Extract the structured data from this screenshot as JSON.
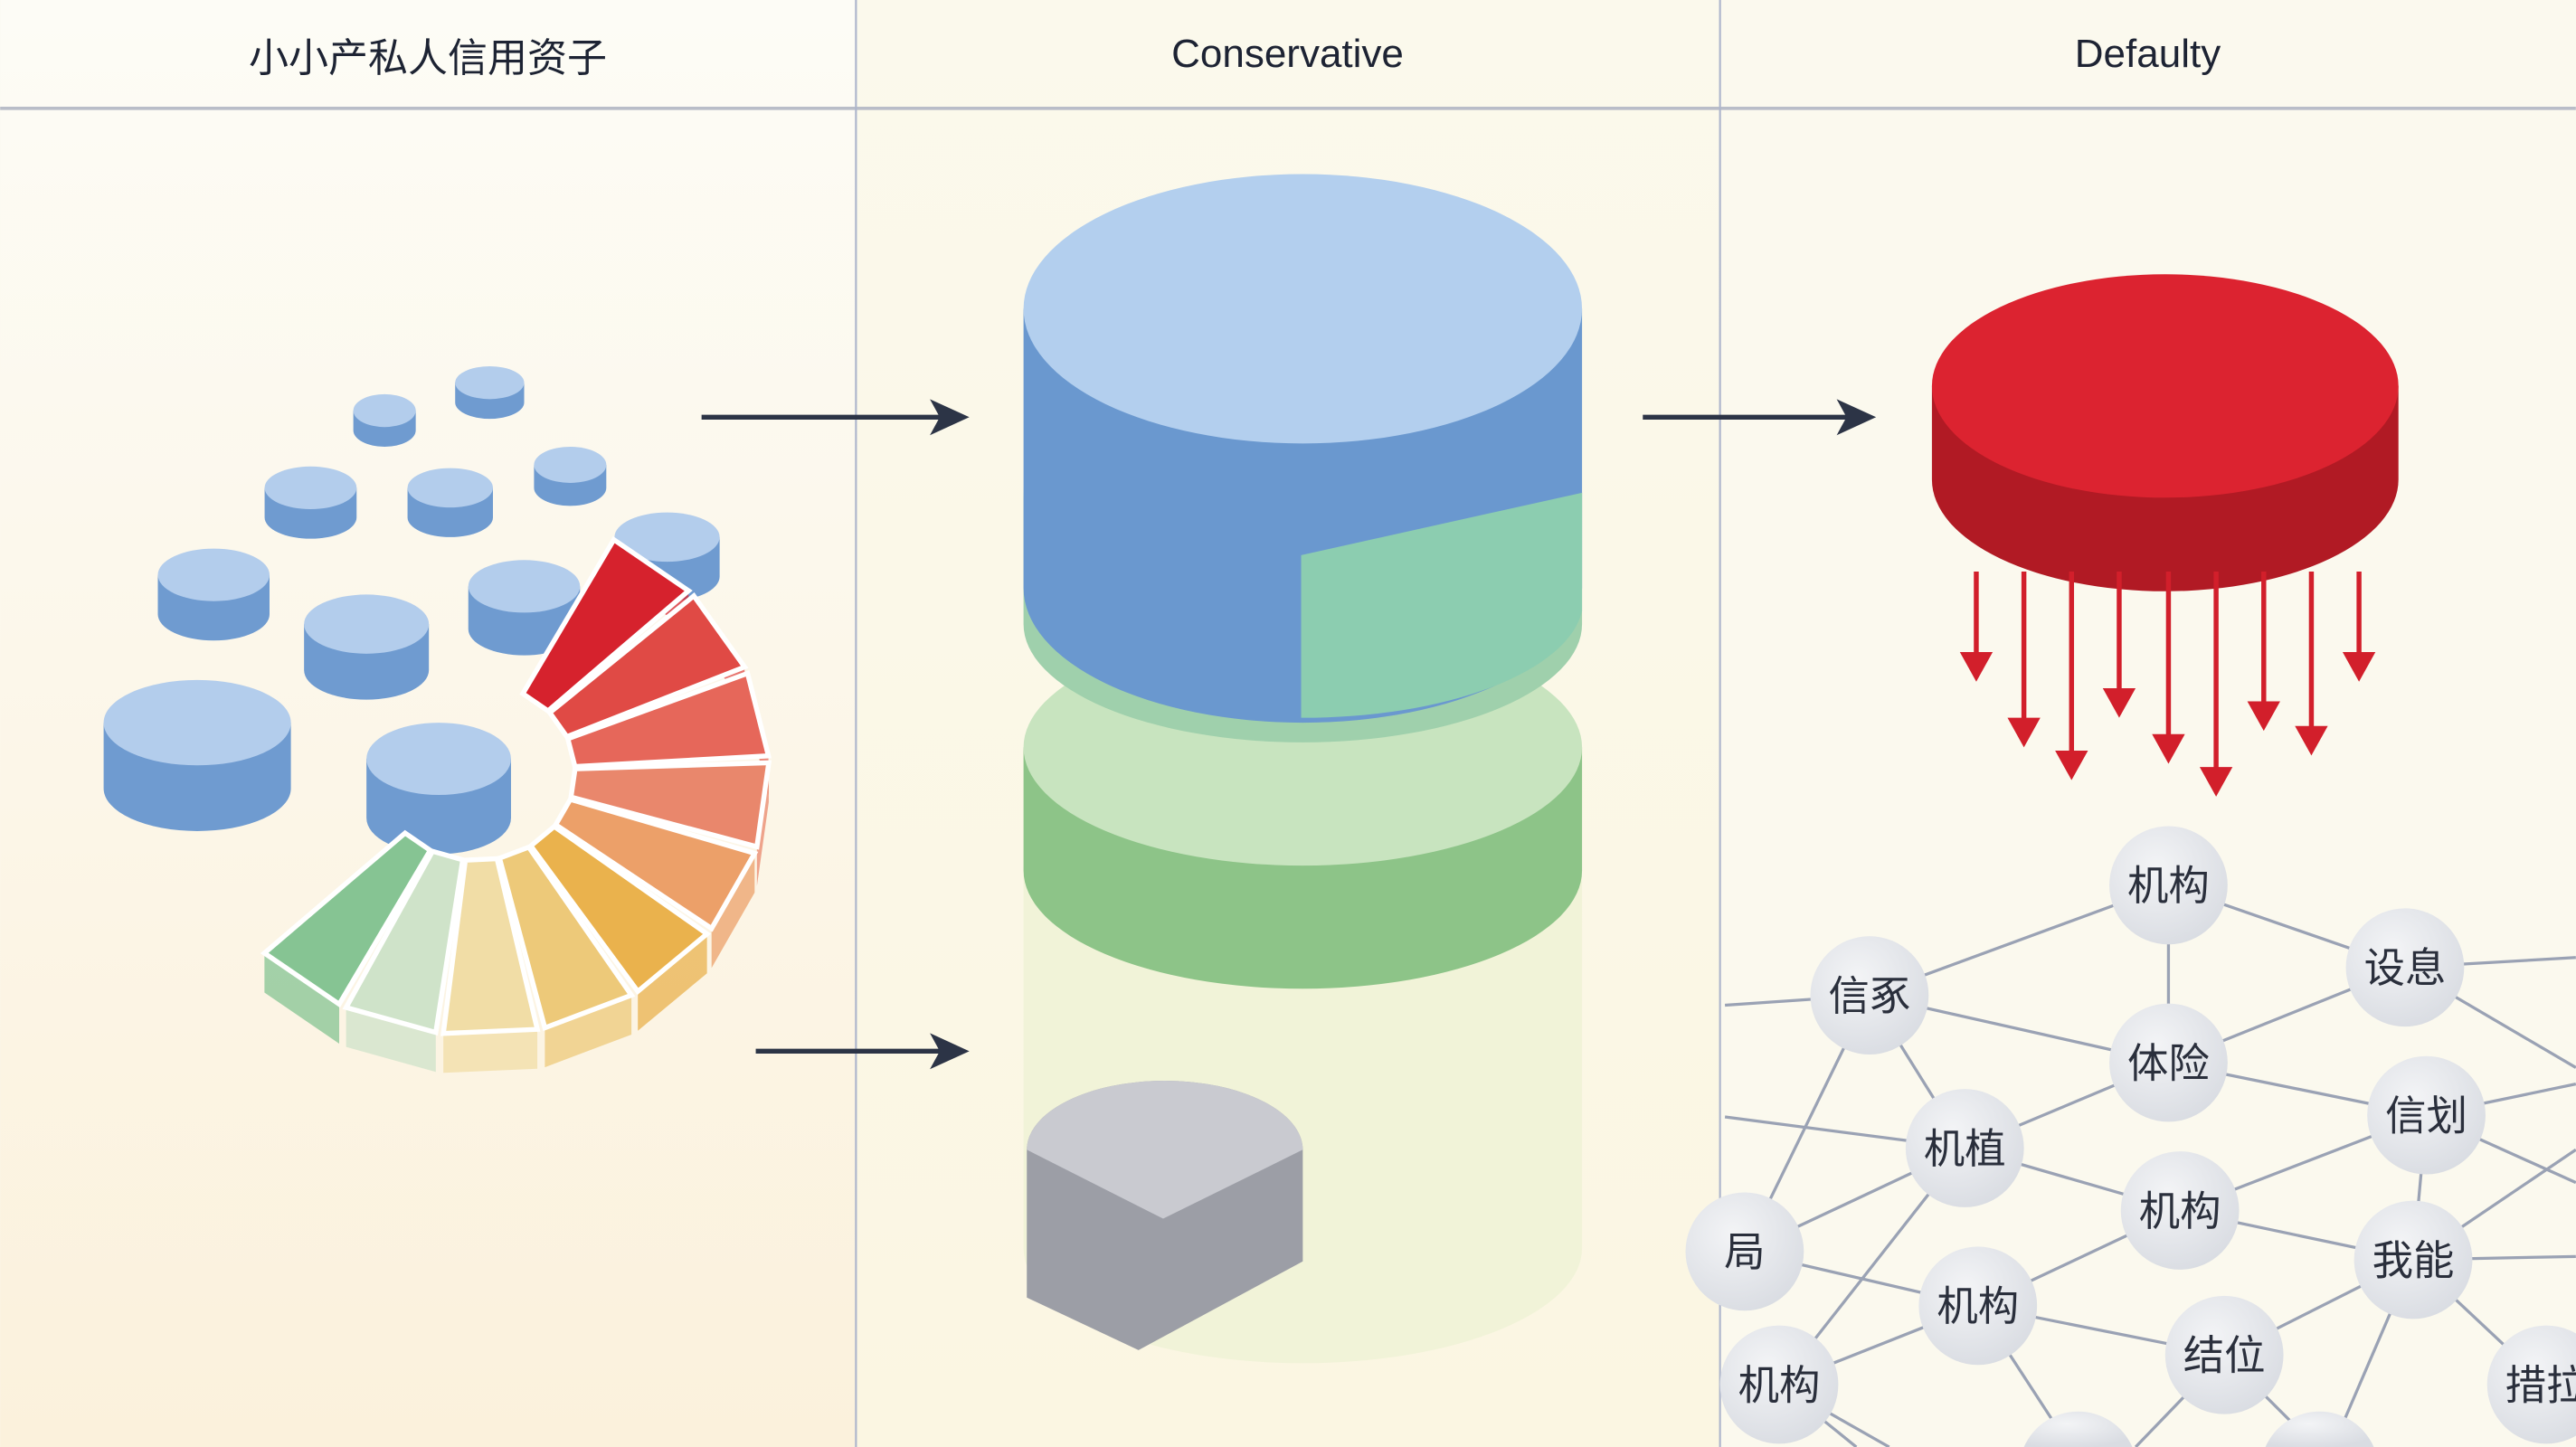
{
  "columns": [
    {
      "title": "小小产私人信用资子"
    },
    {
      "title": "Conservative"
    },
    {
      "title": "Defaulty"
    }
  ],
  "network": {
    "nodes": [
      "机构",
      "信豖",
      "设息",
      "体险",
      "信划",
      "机植",
      "机构",
      "局",
      "我能",
      "机构",
      "结位",
      "机构",
      "措拉"
    ]
  },
  "colors": {
    "blue": "#8fb4de",
    "green": "#8cc59a",
    "red": "#d61f2c",
    "arrow": "#2c3446",
    "node": "#e4e6ea",
    "edge": "#9aa2b4"
  }
}
